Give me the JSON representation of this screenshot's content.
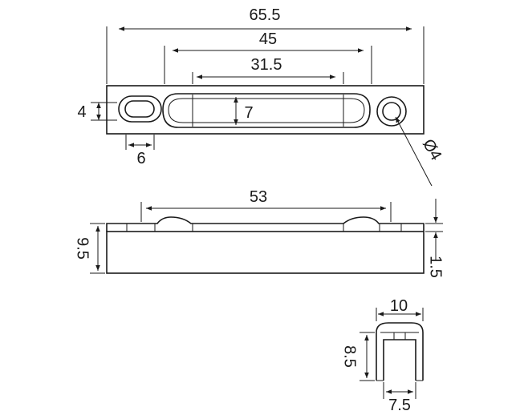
{
  "dimensions": {
    "overall_length": "65.5",
    "hole_span": "45",
    "center_length": "31.5",
    "width": "4",
    "slot_height": "7",
    "slot_width": "6",
    "hole_diameter": "Ø4",
    "side_length": "53",
    "height": "9.5",
    "step": "1.5",
    "end_width": "10",
    "end_height": "8.5",
    "inner_width": "7.5"
  }
}
